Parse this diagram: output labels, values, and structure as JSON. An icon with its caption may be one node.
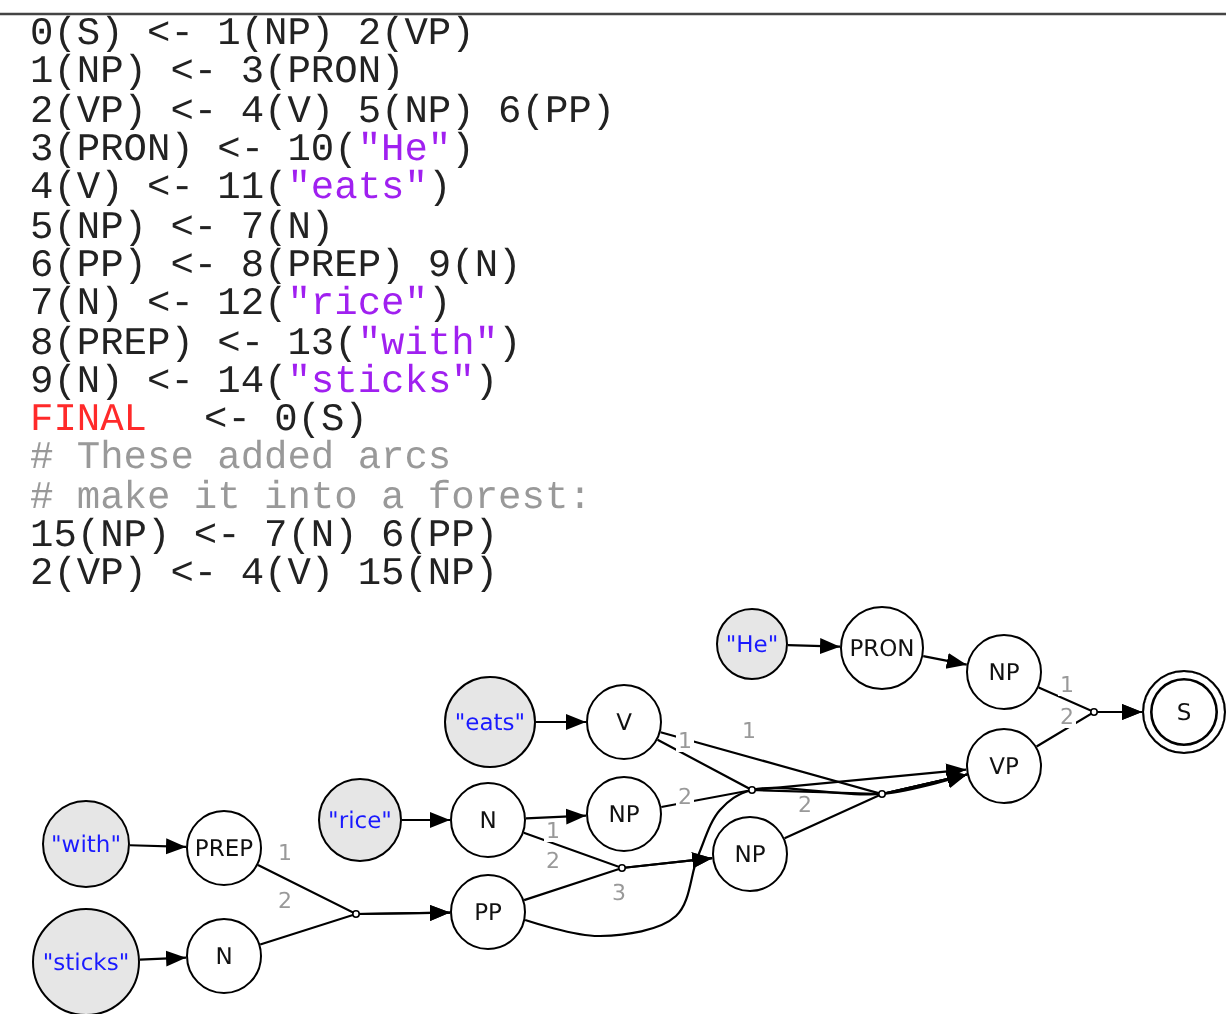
{
  "diagram": {
    "nodes": [
      {
        "text": [
          "\"He\""
        ]
      },
      {
        "text": [
          "PRON"
        ]
      },
      {
        "text": [
          "NP"
        ]
      },
      {
        "text": [
          "S"
        ]
      },
      {
        "text": [
          "\"eats\""
        ]
      },
      {
        "text": [
          "V"
        ]
      },
      {
        "text": [
          "VP"
        ]
      },
      {
        "text": [
          "\"rice\""
        ]
      },
      {
        "text": [
          "N"
        ]
      },
      {
        "text": [
          "NP"
        ]
      },
      {
        "text": [
          "NP"
        ]
      },
      {
        "text": [
          "\"with\""
        ]
      },
      {
        "text": [
          "PREP"
        ]
      },
      {
        "text": [
          "PP"
        ]
      },
      {
        "text": [
          "\"sticks\""
        ]
      },
      {
        "text": [
          "N"
        ]
      }
    ],
    "edges": [
      {
        "from": 0,
        "to": 1,
        "arrow": "to"
      },
      {
        "from": 1,
        "to": 2,
        "arrow": "to"
      },
      {
        "from": 2,
        "to": 3,
        "arrow": "to",
        "label": "1"
      },
      {
        "from": 6,
        "to": 3,
        "arrow": "to",
        "label": "2"
      },
      {
        "from": 4,
        "to": 5,
        "arrow": "to"
      },
      {
        "from": 5,
        "to": 6,
        "arrow": "to",
        "label": "1"
      },
      {
        "from": 9,
        "to": 6,
        "arrow": "to",
        "label": "2"
      },
      {
        "from": 13,
        "to": 6,
        "arrow": "to",
        "label": "3"
      },
      {
        "from": 5,
        "to": 6,
        "arrow": "to",
        "label": "1"
      },
      {
        "from": 10,
        "to": 6,
        "arrow": "to",
        "label": "2"
      },
      {
        "from": 7,
        "to": 8,
        "arrow": "to"
      },
      {
        "from": 8,
        "to": 9,
        "arrow": "to"
      },
      {
        "from": 8,
        "to": 10,
        "arrow": "to",
        "label": "1"
      },
      {
        "from": 13,
        "to": 10,
        "arrow": "to",
        "label": "2"
      },
      {
        "from": 11,
        "to": 12,
        "arrow": "to"
      },
      {
        "from": 14,
        "to": 15,
        "arrow": "to"
      },
      {
        "from": 12,
        "to": 13,
        "arrow": "to",
        "label": "1"
      },
      {
        "from": 15,
        "to": 13,
        "arrow": "to",
        "label": "2"
      }
    ],
    "labels": [
      "0(S) <- 1(NP) 2(VP)",
      "1(NP) <- 3(PRON)",
      "2(VP) <- 4(V) 5(NP) 6(PP)",
      "3(PRON) <- 10(\"He\")",
      "4(V) <- 11(\"eats\")",
      "5(NP) <- 7(N)",
      "6(PP) <- 8(PREP) 9(N)",
      "7(N) <- 12(\"rice\")",
      "8(PREP) <- 13(\"with\")",
      "9(N) <- 14(\"sticks\")",
      "FINAL",
      "<- 0(S)",
      "# These added arcs",
      "# make it into a forest:",
      "15(NP) <- 7(N) 6(PP)",
      "2(VP) <- 4(V) 15(NP)"
    ]
  }
}
